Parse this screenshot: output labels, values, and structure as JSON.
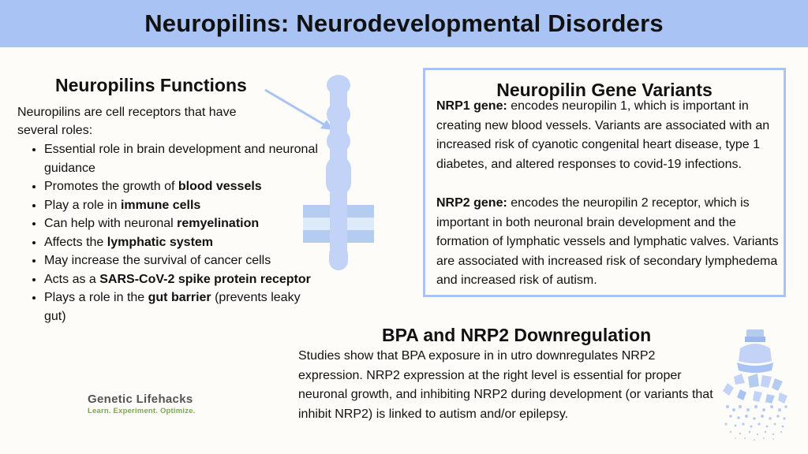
{
  "title": "Neuropilins: Neurodevelopmental Disorders",
  "functions": {
    "heading": "Neuropilins Functions",
    "intro": "Neuropilins are cell receptors that have several roles:",
    "items": [
      {
        "pre": "Essential role in brain development and neuronal guidance",
        "bold": "",
        "post": ""
      },
      {
        "pre": "Promotes the growth of ",
        "bold": "blood vessels",
        "post": ""
      },
      {
        "pre": "Play a role in ",
        "bold": "immune cells",
        "post": ""
      },
      {
        "pre": "Can help with neuronal ",
        "bold": "remyelination",
        "post": ""
      },
      {
        "pre": "Affects the ",
        "bold": "lymphatic system",
        "post": ""
      },
      {
        "pre": "May increase the survival of cancer cells",
        "bold": "",
        "post": ""
      },
      {
        "pre": "Acts as a ",
        "bold": "SARS-CoV-2 spike protein receptor",
        "post": ""
      },
      {
        "pre": "Plays a role in the ",
        "bold": "gut barrier",
        "post": " (prevents leaky gut)"
      }
    ]
  },
  "variants": {
    "heading": "Neuropilin Gene Variants",
    "nrp1_label": "NRP1 gene:",
    "nrp1_text": " encodes neuropilin 1, which is important in creating new blood vessels. Variants are associated with an increased risk of cyanotic congenital heart disease, type 1 diabetes, and altered responses to covid-19 infections.",
    "nrp2_label": "NRP2 gene:",
    "nrp2_text": " encodes the neuropilin 2 receptor, which is important in both neuronal brain development and the formation of lymphatic vessels and lymphatic valves. Variants are associated with increased risk of secondary lymphedema and increased risk of autism."
  },
  "bpa": {
    "heading": "BPA and NRP2 Downregulation",
    "text": "Studies show that BPA exposure in in utro downregulates NRP2 expression. NRP2 expression at the right level is essential for proper neuronal growth, and inhibiting NRP2 during development (or variants that inhibit NRP2) is linked to autism and/or epilepsy."
  },
  "logo": {
    "name": "Genetic Lifehacks",
    "tagline": "Learn. Experiment. Optimize."
  },
  "colors": {
    "banner": "#a9c3f4",
    "receptor": "#c2d3f7",
    "membrane_dark": "#b4ccef",
    "membrane_light": "#ddeafa",
    "logo_green": "#7aa84e"
  },
  "icons": [
    "receptor-diagram-icon",
    "arrow-icon",
    "plastic-bottle-icon"
  ]
}
